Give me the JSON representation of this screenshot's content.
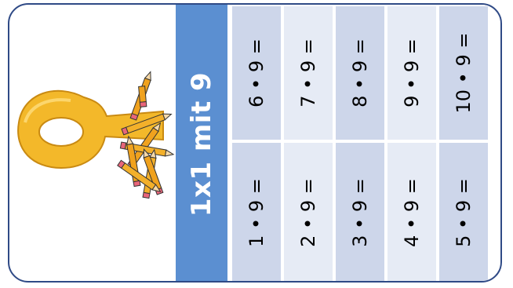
{
  "title": "1x1 mit 9",
  "columns": [
    {
      "top": "6 • 9 =",
      "bottom": "1 • 9 ="
    },
    {
      "top": "7 • 9 =",
      "bottom": "2 • 9 ="
    },
    {
      "top": "8 • 9 =",
      "bottom": "3 • 9 ="
    },
    {
      "top": "9 • 9 =",
      "bottom": "4 • 9 ="
    },
    {
      "top": "10 • 9 =",
      "bottom": "5 • 9 ="
    }
  ],
  "logo": {
    "icon": "number-nine-with-pencils-icon",
    "digit_color": "#f3b82a",
    "pencil_color": "#f0a21e"
  },
  "colors": {
    "border": "#2f4a86",
    "title_band": "#5b8fd1",
    "cell_dark": "#cdd6ea",
    "cell_light": "#e6ebf5"
  }
}
